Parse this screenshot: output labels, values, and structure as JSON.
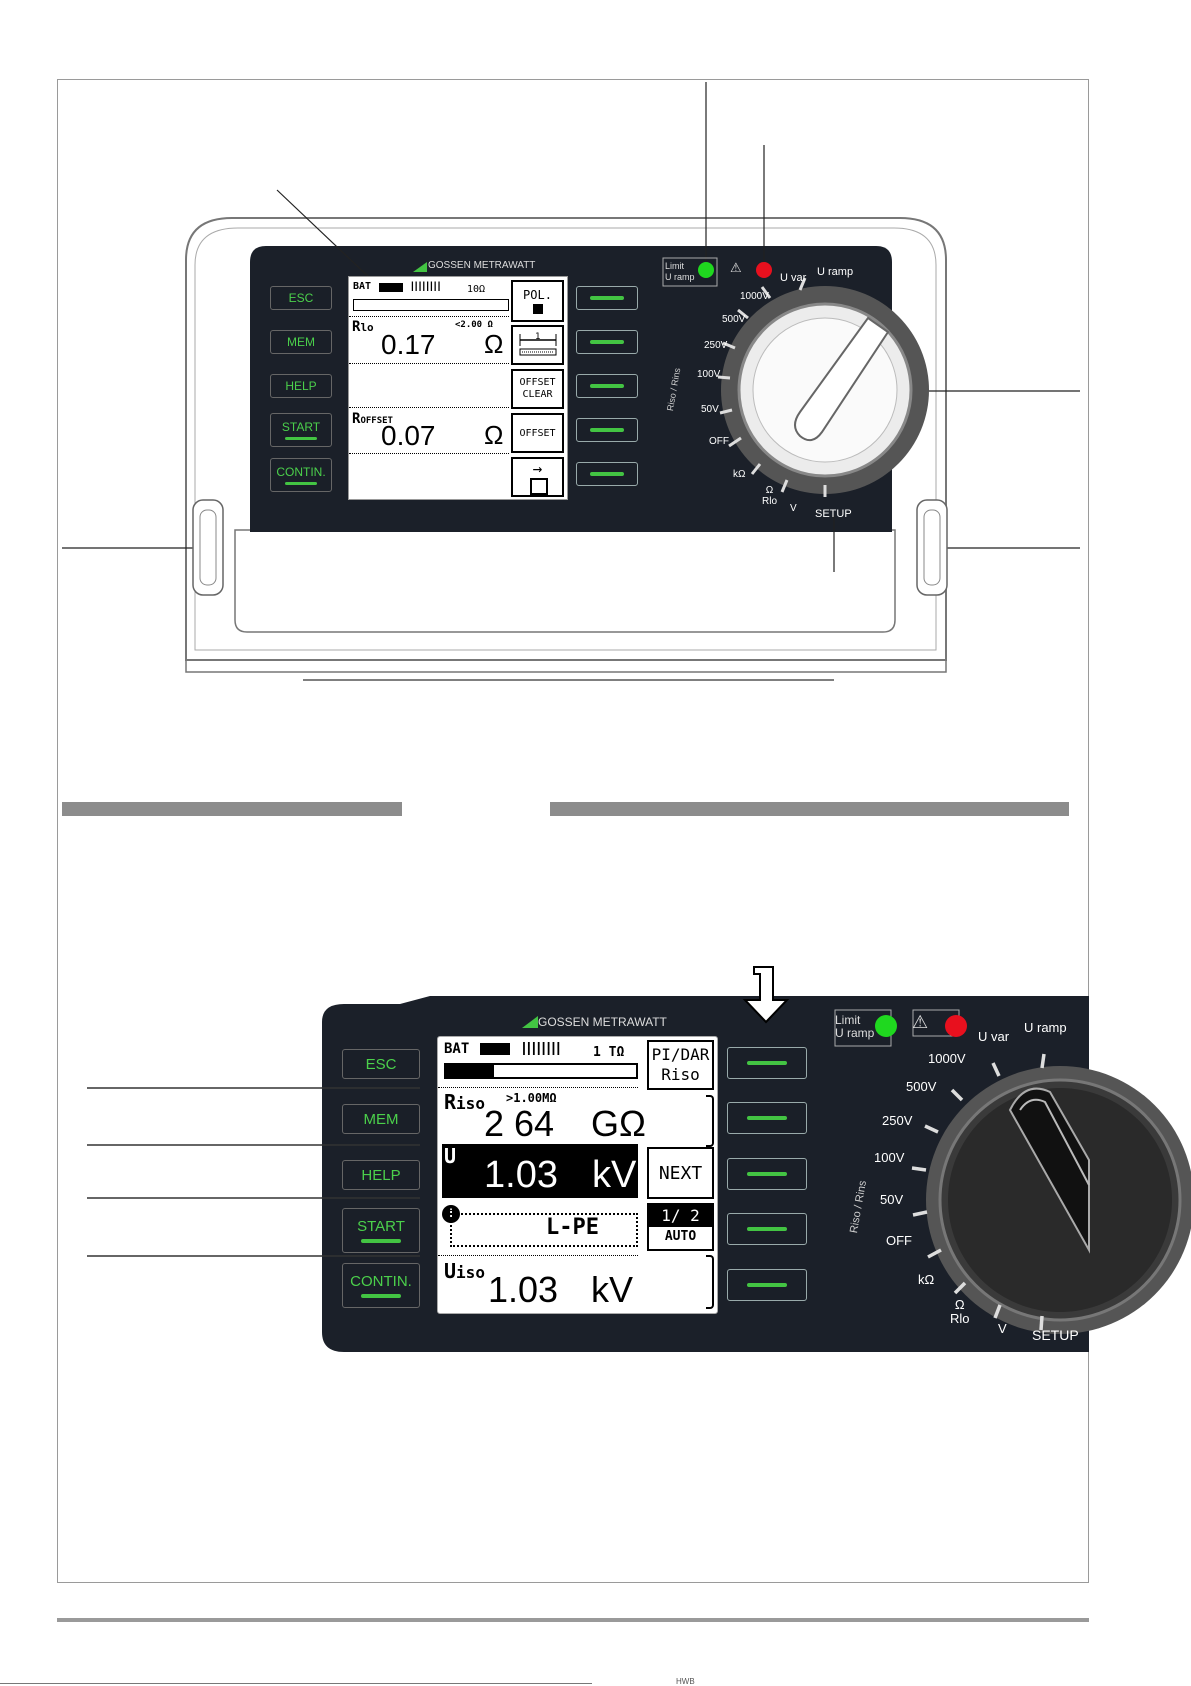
{
  "brand": "GOSSEN METRAWATT",
  "left_buttons": [
    "ESC",
    "MEM",
    "HELP",
    "START",
    "CONTIN."
  ],
  "indicators": {
    "limit": "Limit",
    "u_ramp": "U ramp",
    "warning": "⚠"
  },
  "dial_labels": [
    "U var",
    "U ramp",
    "1000V",
    "500V",
    "250V",
    "100V",
    "50V",
    "OFF",
    "kΩ",
    "Ω",
    "Rlo",
    "V",
    "SETUP",
    "Riso / Rins"
  ],
  "top_display": {
    "bat": "BAT",
    "range": "10Ω",
    "reading1_label": "R",
    "reading1_sub": "lo",
    "reading1_limit": "<2.00 Ω",
    "reading1_value": "0.17",
    "reading1_unit": "Ω",
    "reading2_label": "R",
    "reading2_sub": "OFFSET",
    "reading2_value": "0.07",
    "reading2_unit": "Ω",
    "softkeys": [
      "POL.",
      "",
      "OFFSET CLEAR",
      "OFFSET",
      "→"
    ]
  },
  "bottom_display": {
    "bat": "BAT",
    "range": "1 TΩ",
    "riso_label": "R",
    "riso_sub": "iso",
    "riso_limit": ">1.00MΩ",
    "riso_value": "2 64",
    "riso_unit": "GΩ",
    "u_label": "U",
    "u_value": "1.03",
    "u_unit": "kV",
    "info_label": "i",
    "info_value": "L-PE",
    "uiso_label": "U",
    "uiso_sub": "iso",
    "uiso_value": "1.03",
    "uiso_unit": "kV",
    "softkeys": {
      "pidar": "PI/DAR",
      "riso": "Riso",
      "next": "NEXT",
      "page": "1/ 2",
      "auto": "AUTO"
    }
  },
  "colors": {
    "panel": "#1b2029",
    "green_led": "#1fd81f",
    "red_led": "#e8101e",
    "accent_green": "#43c443"
  },
  "footer_text": "HWB"
}
